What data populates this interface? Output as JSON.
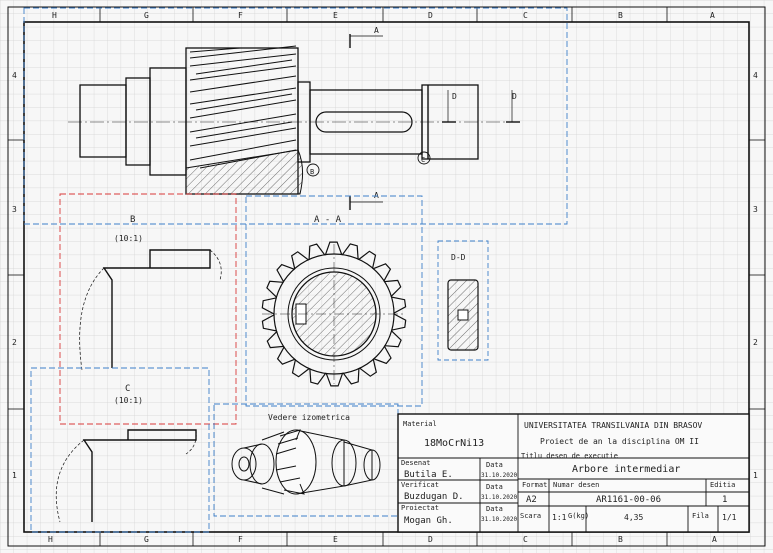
{
  "colors": {
    "background": "#f7f7f7",
    "grid": "#cfcfcf",
    "frame": "#111111",
    "view_box_blue": "#3d7fc9",
    "view_box_red": "#d83a3a",
    "line": "#1a1a1a"
  },
  "border_zones": {
    "top": [
      "H",
      "G",
      "F",
      "E",
      "D",
      "C",
      "B",
      "A"
    ],
    "bottom": [
      "H",
      "G",
      "F",
      "E",
      "D",
      "C",
      "B",
      "A"
    ],
    "left": [
      "4",
      "3",
      "2",
      "1"
    ],
    "right": [
      "4",
      "3",
      "2",
      "1"
    ]
  },
  "section_markers": {
    "a_top": "A",
    "a_bottom": "A",
    "d_left": "D",
    "d_right": "D",
    "detail_b": "B",
    "detail_c": "C"
  },
  "views": {
    "detail_b_title": "B",
    "detail_b_scale": "(10:1)",
    "section_aa_title": "A - A",
    "section_dd_title": "D-D",
    "detail_c_title": "C",
    "detail_c_scale": "(10:1)",
    "isometric_title": "Vedere izometrica"
  },
  "title_block": {
    "material_label": "Material",
    "material_value": "18MoCrNi13",
    "university": "UNIVERSITATEA TRANSILVANIA DIN BRASOV",
    "project": "Proiect de an la disciplina OM II",
    "drawing_title_label": "Titlu desen de executie",
    "drawing_title": "Arbore intermediar",
    "drawn_label": "Desenat",
    "drawn_name": "Butila E.",
    "date_label_1": "Data",
    "date_1": "31.10.2020",
    "checked_label": "Verificat",
    "checked_name": "Buzdugan D.",
    "date_label_2": "Data",
    "date_2": "31.10.2020",
    "designed_label": "Proiectat",
    "designed_name": "Mogan Gh.",
    "date_label_3": "Data",
    "date_3": "31.10.2020",
    "format_label": "Format",
    "format_value": "A2",
    "drawing_no_label": "Numar desen",
    "drawing_no": "AR1161-00-06",
    "edition_label": "Editia",
    "edition_value": "1",
    "scale_label": "Scara",
    "scale_value": "1:1",
    "mass_label": "G(kg)",
    "mass_value": "4,35",
    "sheet_label": "Fila",
    "sheet_value": "1/1"
  }
}
